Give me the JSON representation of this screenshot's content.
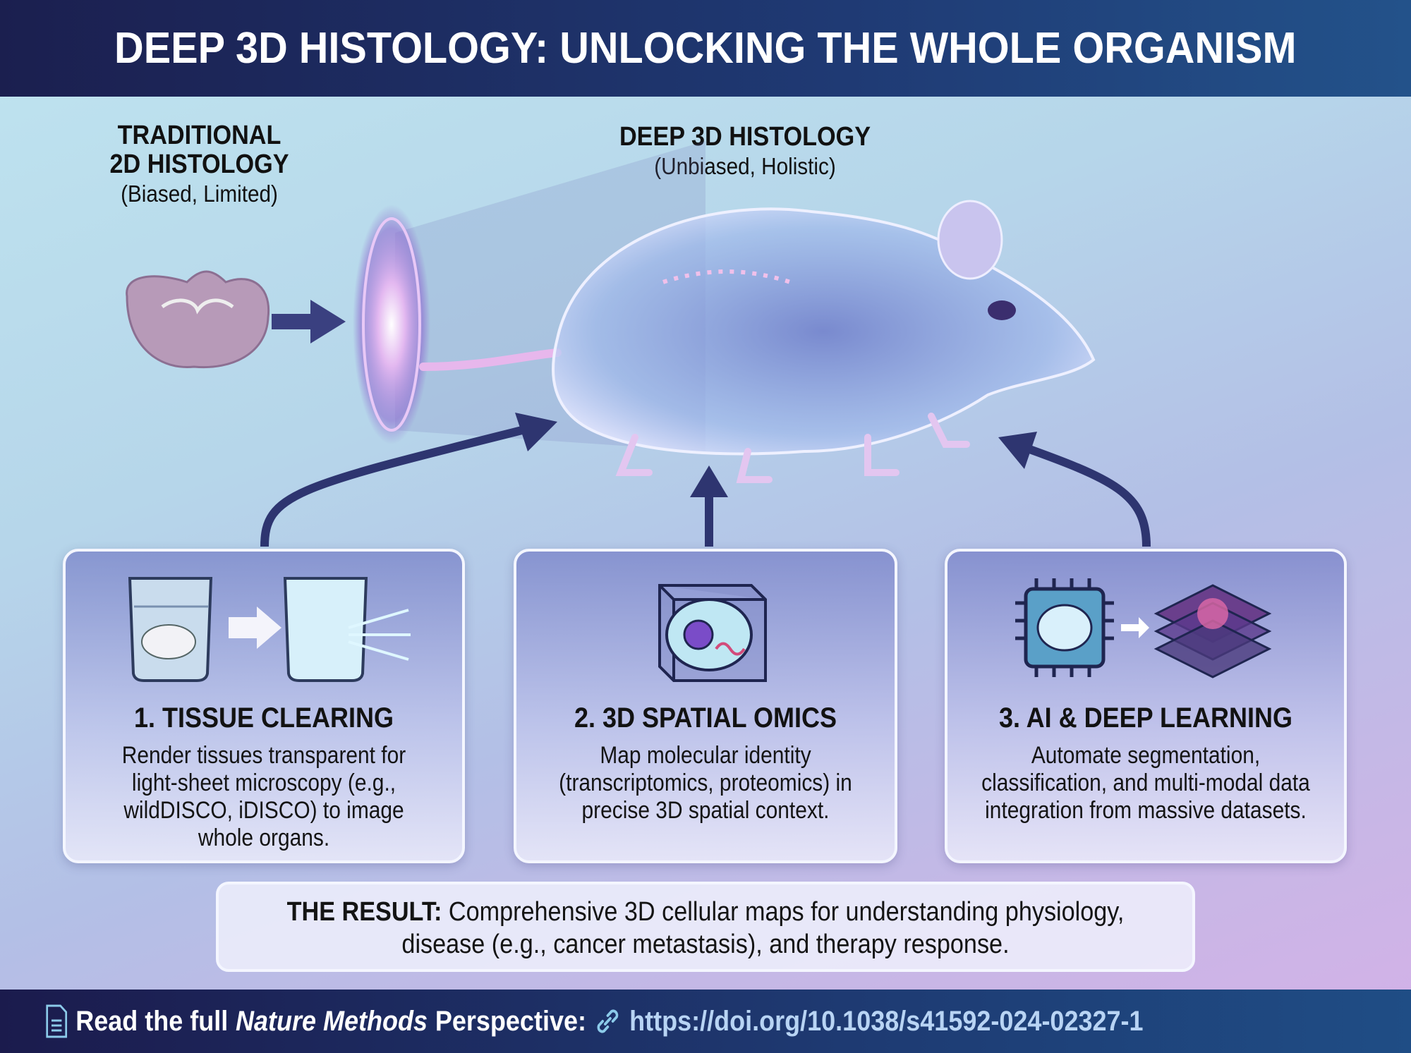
{
  "title": "DEEP 3D HISTOLOGY: UNLOCKING THE WHOLE ORGANISM",
  "left_label": {
    "line1": "TRADITIONAL",
    "line2": "2D HISTOLOGY",
    "sub": "(Biased, Limited)"
  },
  "center_label": {
    "title": "DEEP 3D HISTOLOGY",
    "sub": "(Unbiased, Holistic)"
  },
  "cards": [
    {
      "title": "1. TISSUE CLEARING",
      "lines": [
        "Render tissues transparent for",
        "light-sheet microscopy (e.g.,",
        "wildDISCO, iDISCO) to image",
        "whole organs."
      ]
    },
    {
      "title": "2. 3D SPATIAL OMICS",
      "lines": [
        "Map molecular identity",
        "(transcriptomics, proteomics) in",
        "precise 3D spatial context."
      ]
    },
    {
      "title": "3. AI & DEEP LEARNING",
      "lines": [
        "Automate segmentation,",
        "classification, and multi-modal data",
        "integration from massive datasets."
      ]
    }
  ],
  "result": {
    "label": "THE RESULT:",
    "line1": "Comprehensive 3D cellular maps for understanding physiology,",
    "line2": "disease (e.g., cancer metastasis), and therapy response."
  },
  "footer": {
    "prefix": "Read the full",
    "journal": "Nature Methods",
    "suffix": "Perspective:",
    "url": "https://doi.org/10.1038/s41592-024-02327-1"
  },
  "colors": {
    "header": "#1b1f4f",
    "arrow": "#2e3570",
    "accent": "#b8d4f4"
  }
}
